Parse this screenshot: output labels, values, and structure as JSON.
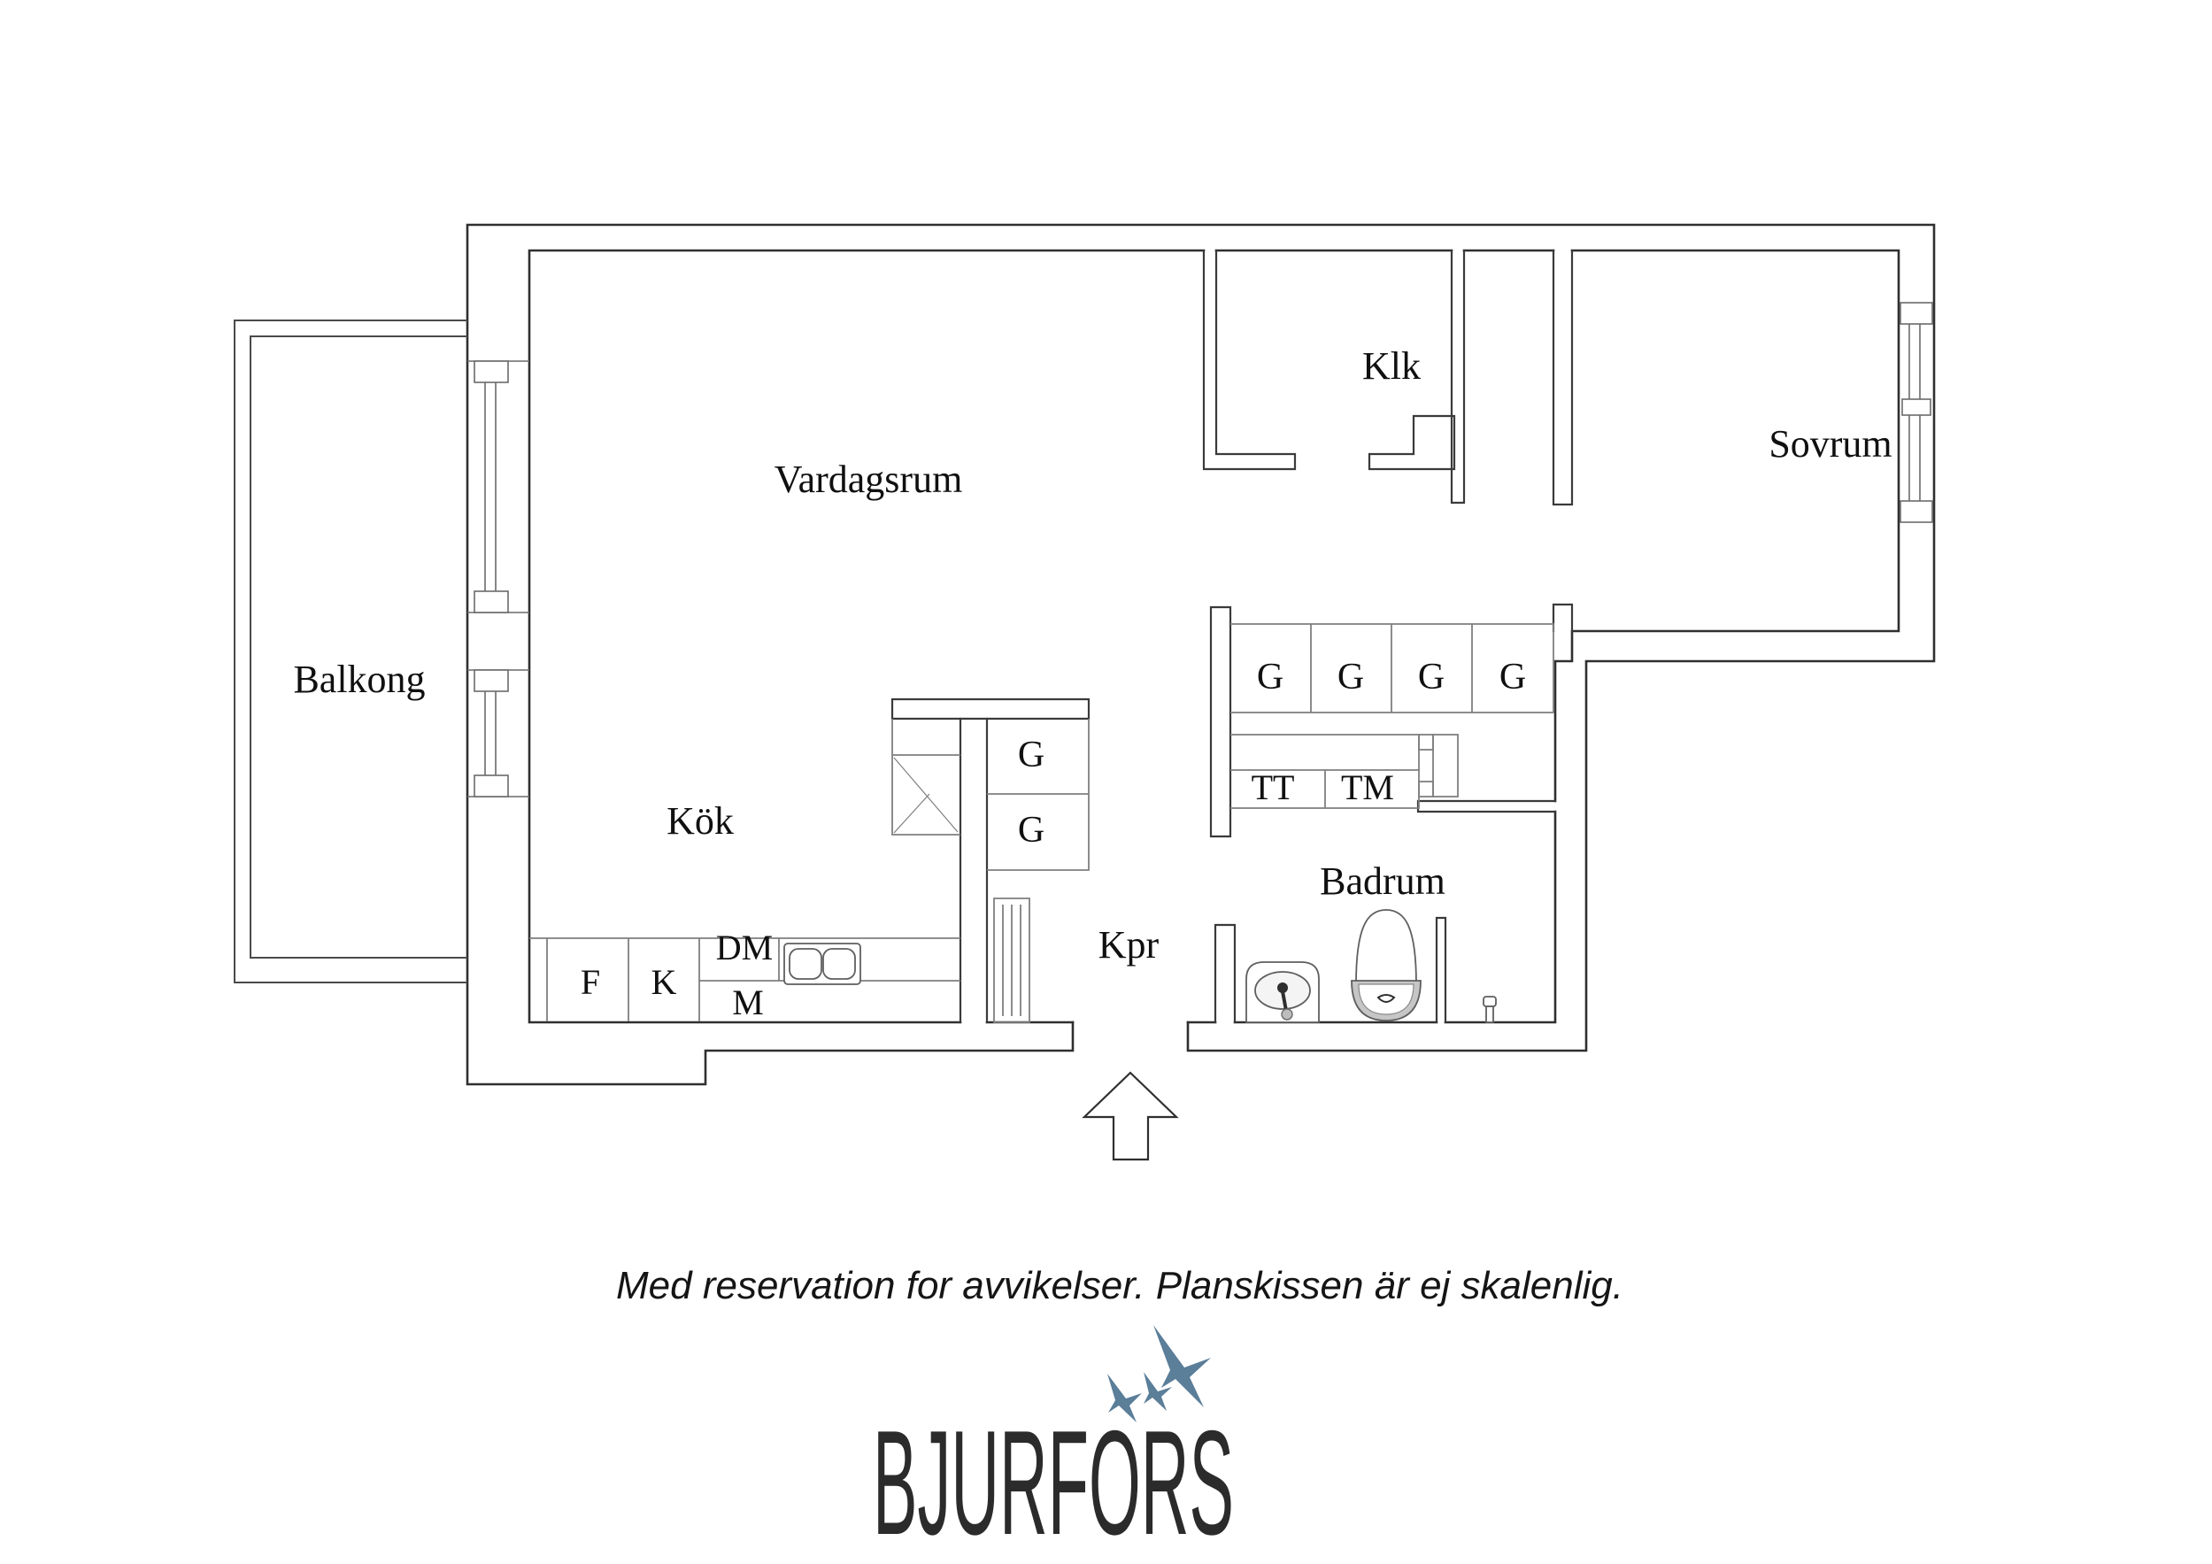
{
  "page": {
    "background": "#ffffff"
  },
  "colors": {
    "wall_line": "#2f2f2f",
    "cabinet_line": "#7f7f7f",
    "text": "#101010",
    "bird_blue": "#5b7e99",
    "logo_text": "#2b2b2b"
  },
  "floorplan": {
    "labels": {
      "balcony": "Balkong",
      "living_room": "Vardagsrum",
      "closet": "Klk",
      "bedroom": "Sovrum",
      "kitchen": "Kök",
      "corridor": "Kpr",
      "bathroom": "Badrum"
    },
    "hall_wardrobes": [
      "G",
      "G",
      "G",
      "G"
    ],
    "kitchen_cabinets": [
      "G",
      "G"
    ],
    "laundry": {
      "dryer": "TT",
      "washer": "TM"
    },
    "kitchen_appliances": {
      "fridge": "F",
      "freezer": "K",
      "dishwasher": "DM",
      "micro": "M"
    }
  },
  "footer": {
    "disclaimer": "Med reservation for avvikelser. Planskissen är ej skalenlig.",
    "logo_text": "BJURFORS"
  }
}
